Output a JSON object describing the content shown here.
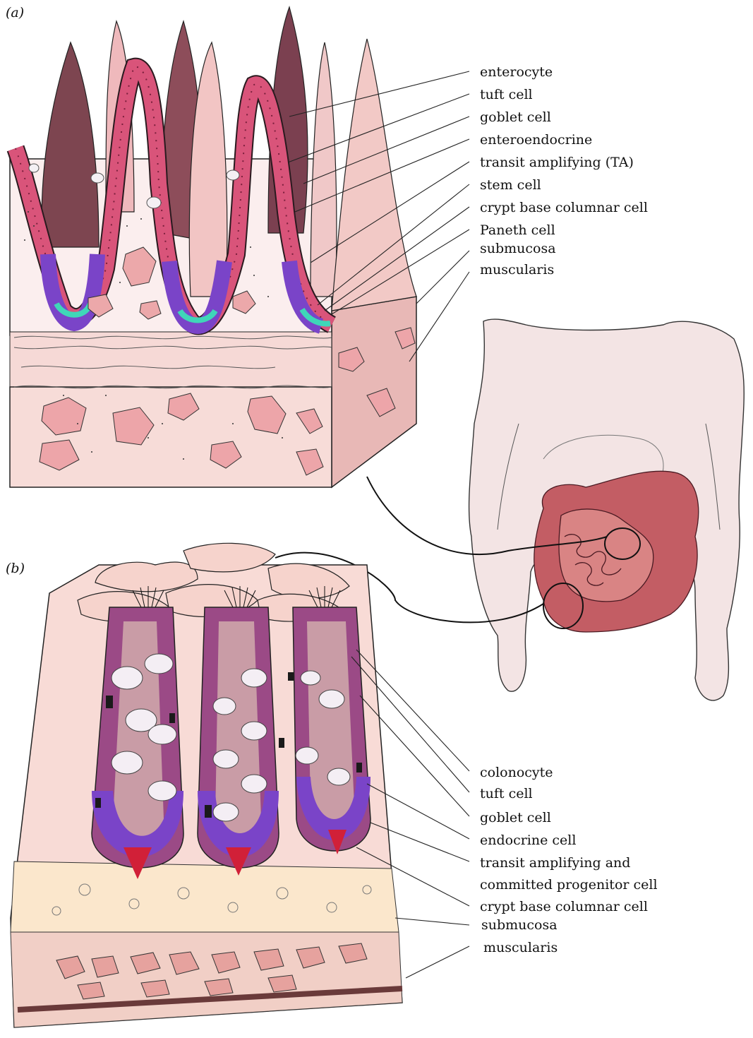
{
  "panels": {
    "a": "(a)",
    "b": "(b)"
  },
  "labels_a": [
    "enterocyte",
    "tuft cell",
    "goblet cell",
    "enteroendocrine",
    "transit amplifying (TA)",
    "stem cell",
    "crypt base columnar cell",
    "Paneth cell",
    "submucosa",
    "muscularis"
  ],
  "labels_b": [
    "colonocyte",
    "tuft cell",
    "goblet cell",
    "endocrine cell",
    "transit amplifying and",
    "committed progenitor cell",
    "crypt base columnar cell",
    "submucosa",
    "muscularis"
  ],
  "colors": {
    "villus_dark": "#8a4a58",
    "villus_light": "#f0c2c2",
    "epithelium": "#d9547a",
    "stem_purple": "#7a44c8",
    "paneth_teal": "#3fd6b8",
    "tissue_pink": "#f6d6d3",
    "submucosa_cream": "#fbe7cc",
    "intestine": "#c35d64",
    "body_skin": "#f3e4e4"
  }
}
